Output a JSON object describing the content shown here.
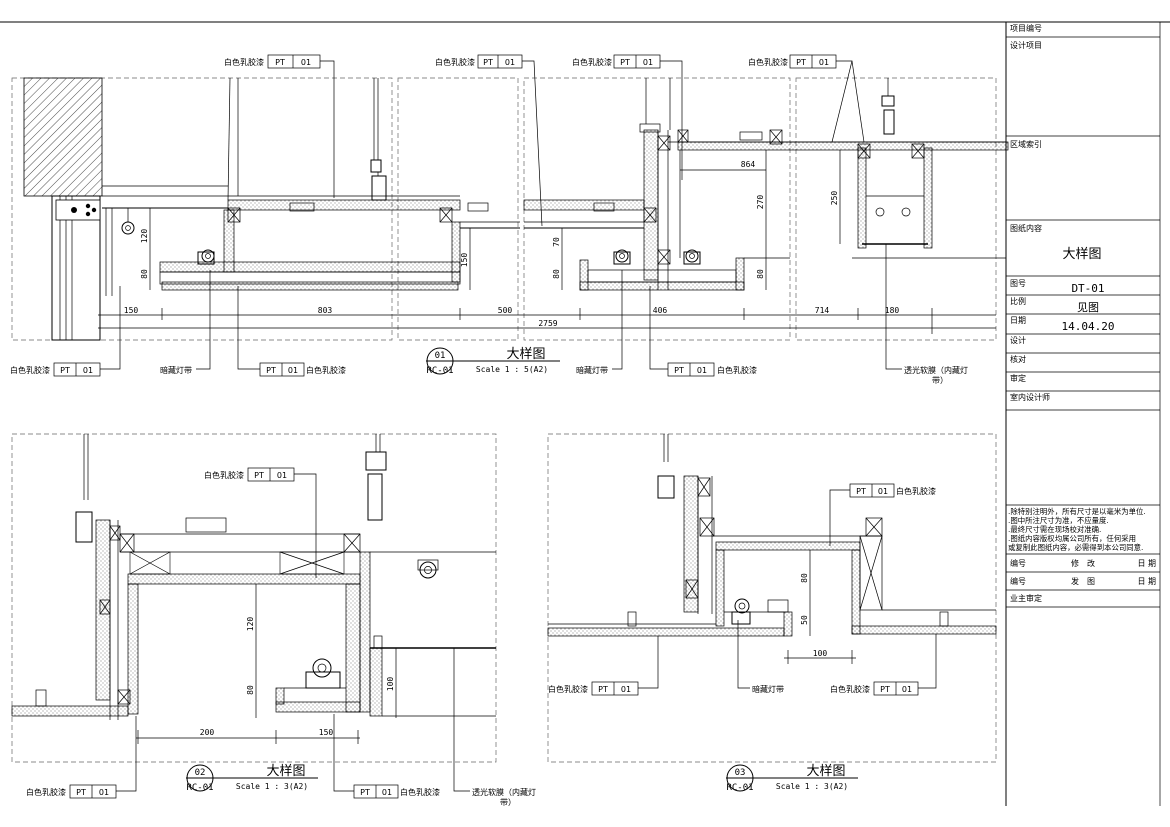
{
  "titleblock": {
    "project_no_label": "项目编号",
    "design_project_label": "设计项目",
    "area_index_label": "区域索引",
    "drawing_content_label": "图纸内容",
    "drawing_content_value": "大样图",
    "drawing_no_label": "图号",
    "drawing_no_value": "DT-01",
    "scale_label": "比例",
    "scale_value": "见图",
    "date_label": "日期",
    "date_value": "14.04.20",
    "design_label": "设计",
    "check_label": "核对",
    "approve_label": "审定",
    "designer_label": "室内设计师",
    "notes": [
      ".除特别注明外，所有尺寸是以毫米为单位.",
      ".图中所注尺寸为准，不应量度.",
      ".最终尺寸需在现场校对准确.",
      ".图纸内容版权均属公司所有，任何采用",
      " 或复制此图纸内容，必需得到本公司同意."
    ],
    "rev_no_label": "编号",
    "rev_label": "修　改",
    "rev_date_label": "日 期",
    "issue_no_label": "编号",
    "issue_label": "发　图",
    "issue_date_label": "日 期",
    "owner_label": "业主审定"
  },
  "tags": {
    "material": "白色乳胶漆",
    "pt": "PT",
    "code": "01",
    "hidden_light": "暗藏灯带",
    "film_line1": "透光软膜（内藏灯",
    "film_line2": "带）"
  },
  "details": [
    {
      "num": "01",
      "ref": "RC-01",
      "title": "大样图",
      "scale": "Scale 1 : 5(A2)"
    },
    {
      "num": "02",
      "ref": "RC-01",
      "title": "大样图",
      "scale": "Scale 1 : 3(A2)"
    },
    {
      "num": "03",
      "ref": "RC-01",
      "title": "大样图",
      "scale": "Scale 1 : 3(A2)"
    }
  ],
  "dims": {
    "d1": {
      "bottom": [
        "150",
        "803",
        "500",
        "406",
        "714",
        "180"
      ],
      "total": "2759",
      "vertical": [
        "120",
        "80",
        "150",
        "70",
        "80",
        "270",
        "80",
        "250"
      ],
      "horizontal_top": "864"
    },
    "d2": {
      "bottom": [
        "200",
        "150"
      ],
      "vertical": [
        "120",
        "80",
        "100"
      ]
    },
    "d3": {
      "bottom": [
        "100"
      ],
      "vertical": [
        "80",
        "50"
      ]
    }
  }
}
